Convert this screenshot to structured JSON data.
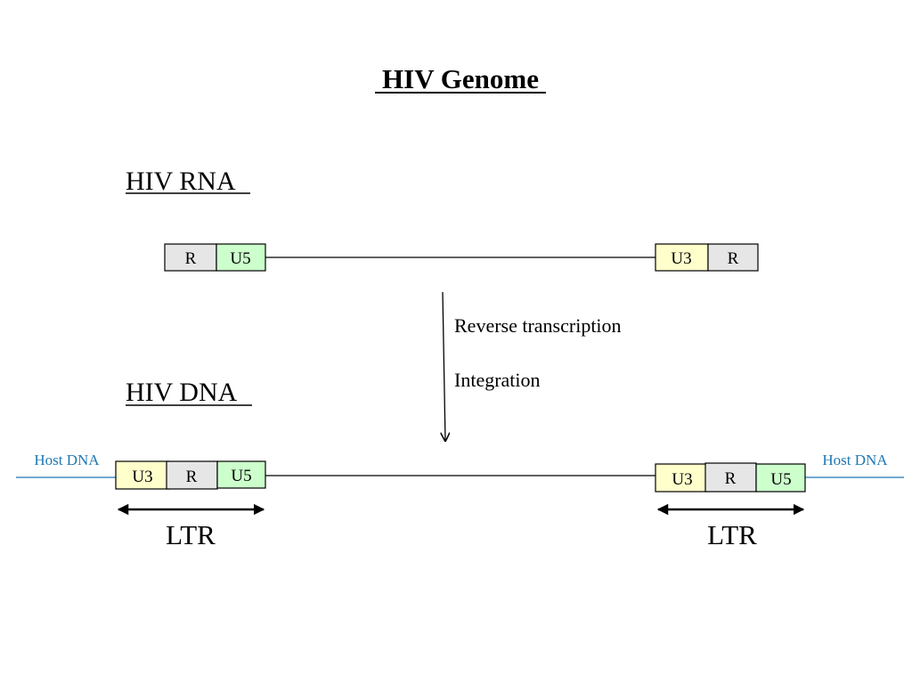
{
  "title": "HIV Genome",
  "rna": {
    "heading": "HIV RNA",
    "left": [
      {
        "label": "R",
        "color": "#e6e6e6"
      },
      {
        "label": "U5",
        "color": "#ccffcc"
      }
    ],
    "right": [
      {
        "label": "U3",
        "color": "#ffffcc"
      },
      {
        "label": "R",
        "color": "#e6e6e6"
      }
    ]
  },
  "process": {
    "step1": "Reverse transcription",
    "step2": "Integration"
  },
  "dna": {
    "heading": "HIV DNA",
    "left": [
      {
        "label": "U3",
        "color": "#ffffcc"
      },
      {
        "label": "R",
        "color": "#e6e6e6"
      },
      {
        "label": "U5",
        "color": "#ccffcc"
      }
    ],
    "right": [
      {
        "label": "U3",
        "color": "#ffffcc"
      },
      {
        "label": "R",
        "color": "#e6e6e6"
      },
      {
        "label": "U5",
        "color": "#ccffcc"
      }
    ],
    "host_left": "Host DNA",
    "host_right": "Host DNA",
    "ltr_left": "LTR",
    "ltr_right": "LTR"
  },
  "colors": {
    "host_dna": "#1f77b4"
  }
}
